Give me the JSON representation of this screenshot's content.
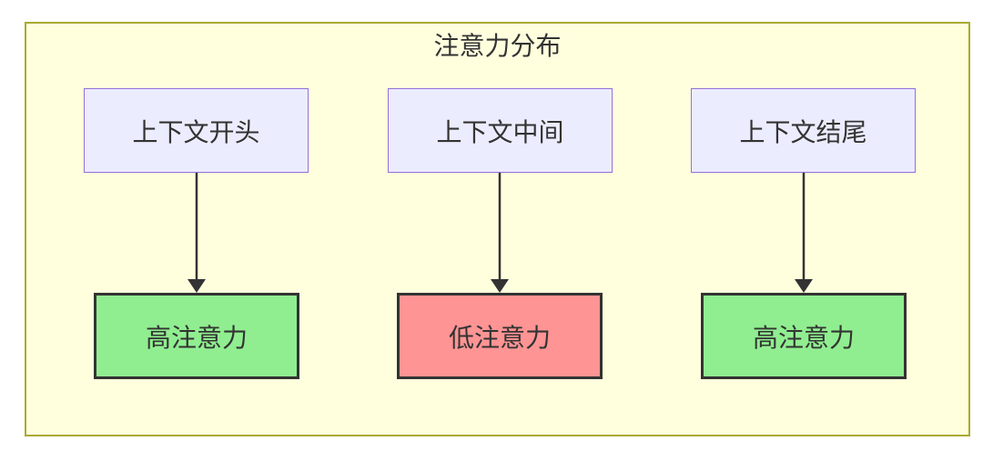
{
  "diagram": {
    "type": "flowchart",
    "title": "注意力分布",
    "nodes": {
      "top": [
        {
          "id": "context-start",
          "label": "上下文开头"
        },
        {
          "id": "context-middle",
          "label": "上下文中间"
        },
        {
          "id": "context-end",
          "label": "上下文结尾"
        }
      ],
      "bottom": [
        {
          "id": "attention-start",
          "label": "高注意力",
          "level": "high"
        },
        {
          "id": "attention-middle",
          "label": "低注意力",
          "level": "low"
        },
        {
          "id": "attention-end",
          "label": "高注意力",
          "level": "high"
        }
      ]
    },
    "edges": [
      {
        "from": "上下文开头",
        "to": "高注意力"
      },
      {
        "from": "上下文中间",
        "to": "低注意力"
      },
      {
        "from": "上下文结尾",
        "to": "高注意力"
      }
    ],
    "colors": {
      "canvas_bg": "#ffffff",
      "container_fill": "#ffffde",
      "container_border": "#aaaa33",
      "context_fill": "#ECECFF",
      "context_border": "#9370DB",
      "high_attention_fill": "#90EE90",
      "low_attention_fill": "#FF9494",
      "attention_border": "#333333",
      "arrow": "#333333",
      "text": "#333333"
    }
  }
}
